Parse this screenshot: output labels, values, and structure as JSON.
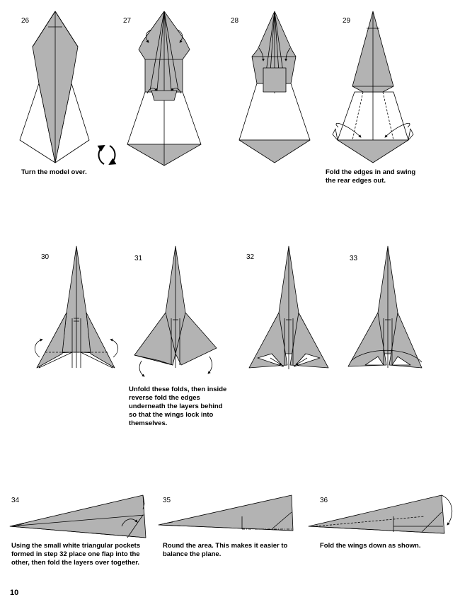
{
  "page_number": "10",
  "steps": [
    {
      "number": "26",
      "caption": [
        "Turn the model over."
      ]
    },
    {
      "number": "27",
      "caption": []
    },
    {
      "number": "28",
      "caption": []
    },
    {
      "number": "29",
      "caption": [
        "Fold the edges in and swing",
        "the rear edges out."
      ]
    },
    {
      "number": "30",
      "caption": []
    },
    {
      "number": "31",
      "caption": [
        "Unfold these folds, then inside",
        "reverse fold the edges",
        "underneath the layers behind",
        "so that the wings lock into",
        "themselves."
      ]
    },
    {
      "number": "32",
      "caption": []
    },
    {
      "number": "33",
      "caption": []
    },
    {
      "number": "34",
      "caption": [
        "Using the small white triangular pockets",
        "formed in step 32 place one flap into the",
        "other, then fold the layers over together."
      ]
    },
    {
      "number": "35",
      "caption": [
        "Round the area. This makes it easier to",
        "balance the plane."
      ]
    },
    {
      "number": "36",
      "caption": [
        "Fold the wings down as shown."
      ]
    }
  ],
  "colors": {
    "paper_shade": "#b3b3b3",
    "line": "#000000",
    "background": "#ffffff"
  },
  "icons": {
    "turn_over": "turn-over-arrows-icon"
  }
}
